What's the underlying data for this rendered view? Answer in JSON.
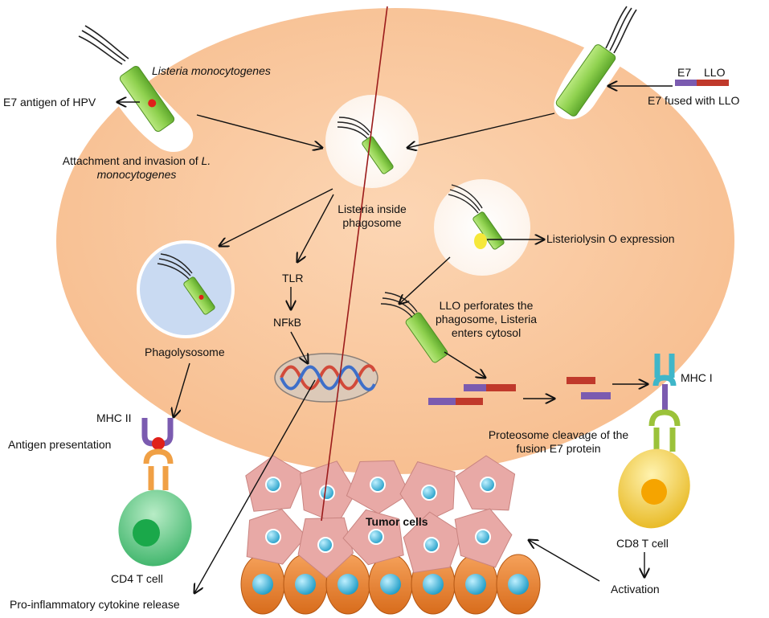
{
  "labels": {
    "listeria_title": "Listeria monocytogenes",
    "e7_antigen": "E7 antigen of HPV",
    "attachment_line1": "Attachment and invasion of ",
    "attachment_line1_italic": "L.",
    "attachment_line2": "monocytogenes",
    "listeria_inside_line1": "Listeria inside",
    "listeria_inside_line2": "phagosome",
    "listeriolysin": "Listeriolysin O expression",
    "e7_tag": "E7",
    "llo_tag": "LLO",
    "e7_fused": "E7 fused with LLO",
    "tlr": "TLR",
    "nfkb": "NFkB",
    "llo_perforates_line1": "LLO perforates the",
    "llo_perforates_line2": "phagosome, Listeria",
    "llo_perforates_line3": "enters cytosol",
    "phagolysosome": "Phagolysosome",
    "mhc_ii": "MHC II",
    "antigen_presentation": "Antigen presentation",
    "mhc_i": "MHC I",
    "proteasome_line1": "Proteosome cleavage of the",
    "proteasome_line2": "fusion E7 protein",
    "tumor_cells": "Tumor cells",
    "cd4": "CD4 T cell",
    "cd8": "CD8 T cell",
    "activation": "Activation",
    "cytokine": "Pro-inflammatory cytokine release"
  },
  "colors": {
    "cell": "#f9c9a0",
    "bacterium": "#8fd14f",
    "e7_purple": "#7b5bb0",
    "llo_red": "#c0392b",
    "tumor_pink": "#e8a9a6",
    "nucleus_blue": "#29b6e0",
    "cd4_green": "#3fb56b",
    "cd8_yellow": "#f1c232",
    "phagolysosome_blue": "#c9daf2",
    "red_line": "#9b1b1b"
  },
  "icons": [
    "bacterium-icon",
    "flagella-icon",
    "dna-helix-icon",
    "mhc-receptor-icon",
    "t-cell-icon",
    "tumor-cell-icon"
  ]
}
